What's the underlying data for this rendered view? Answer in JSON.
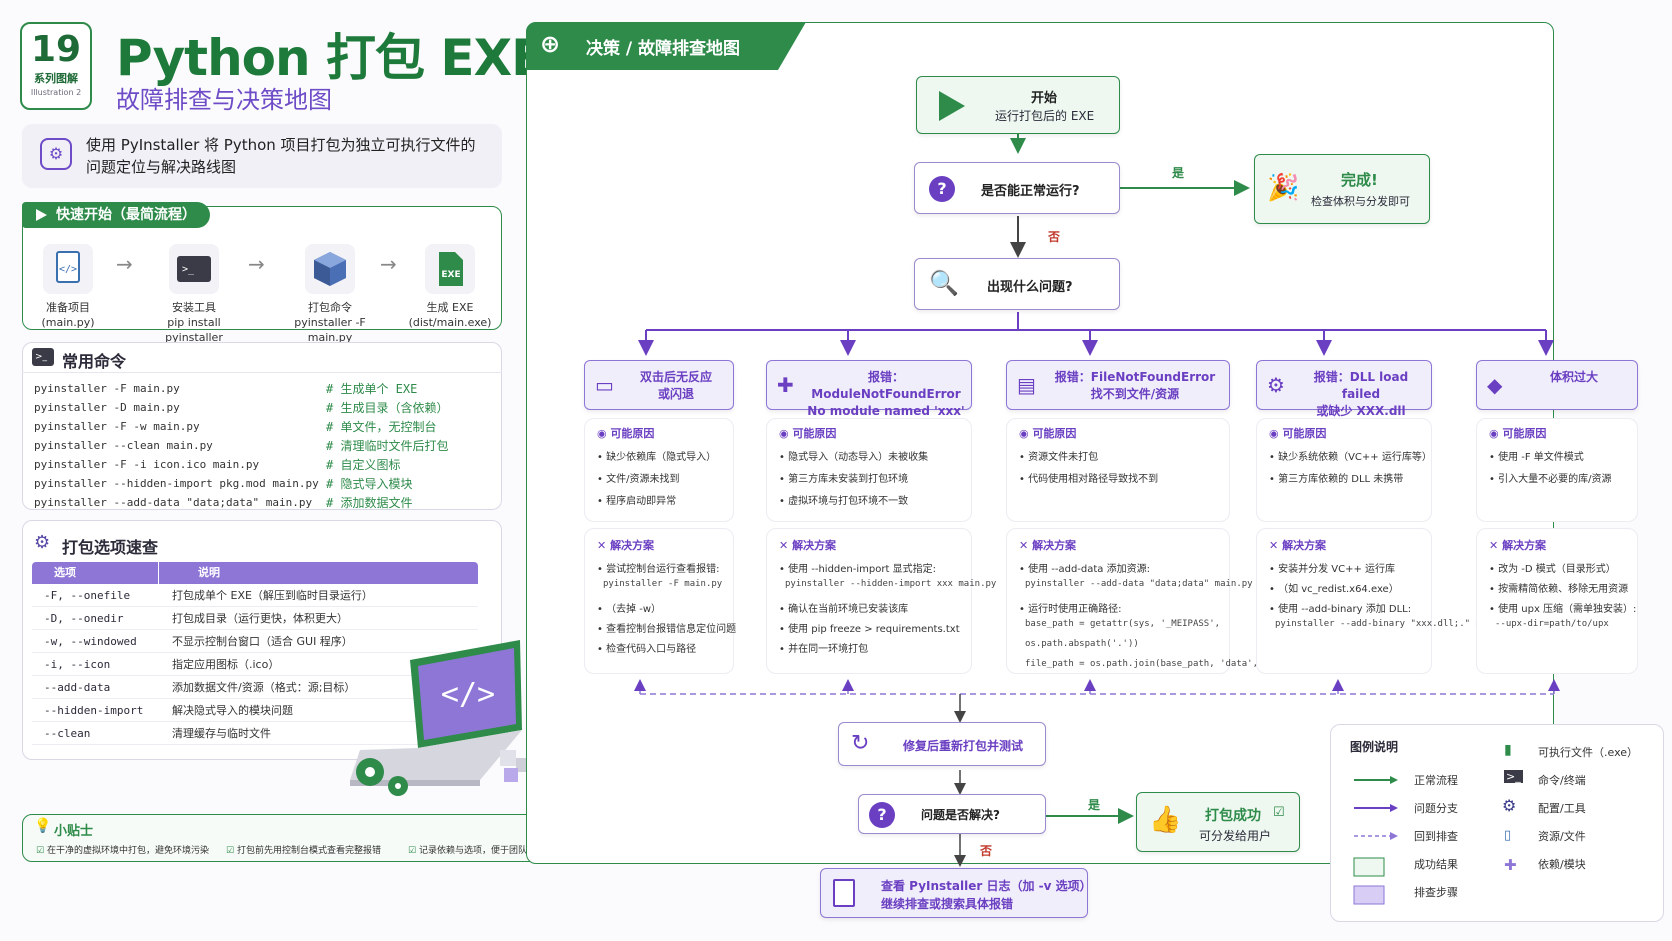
{
  "header": {
    "badge_num": "19",
    "badge_t1": "系列图解",
    "badge_t2": "Illustration 2",
    "title": "Python 打包 EXE",
    "subtitle": "故障排查与决策地图",
    "intro_line1": "使用 PyInstaller 将 Python 项目打包为独立可执行文件的",
    "intro_line2": "问题定位与解决路线图"
  },
  "quickstart": {
    "title": "快速开始（最简流程）",
    "steps": [
      {
        "l1": "准备项目",
        "l2": "(main.py)"
      },
      {
        "l1": "安装工具",
        "l2": "pip install pyinstaller"
      },
      {
        "l1": "打包命令",
        "l2": "pyinstaller -F main.py"
      },
      {
        "l1": "生成 EXE",
        "l2": "(dist/main.exe)"
      }
    ],
    "exe_label": "EXE",
    "arrow": "→"
  },
  "commands": {
    "title": "常用命令",
    "rows": [
      {
        "cmd": "pyinstaller -F main.py",
        "comment": "# 生成单个 EXE"
      },
      {
        "cmd": "pyinstaller -D main.py",
        "comment": "# 生成目录（含依赖）"
      },
      {
        "cmd": "pyinstaller -F -w main.py",
        "comment": "# 单文件，无控制台"
      },
      {
        "cmd": "pyinstaller --clean main.py",
        "comment": "# 清理临时文件后打包"
      },
      {
        "cmd": "pyinstaller -F -i icon.ico main.py",
        "comment": "# 自定义图标"
      },
      {
        "cmd": "pyinstaller --hidden-import pkg.mod main.py",
        "comment": "# 隐式导入模块"
      },
      {
        "cmd": "pyinstaller --add-data \"data;data\" main.py",
        "comment": "# 添加数据文件"
      }
    ]
  },
  "options": {
    "title": "打包选项速查",
    "col1": "选项",
    "col2": "说明",
    "rows": [
      {
        "k": "-F, --onefile",
        "v": "打包成单个 EXE（解压到临时目录运行）"
      },
      {
        "k": "-D, --onedir",
        "v": "打包成目录（运行更快，体积更大）"
      },
      {
        "k": "-w, --windowed",
        "v": "不显示控制台窗口（适合 GUI 程序）"
      },
      {
        "k": "-i, --icon",
        "v": "指定应用图标（.ico）"
      },
      {
        "k": "--add-data",
        "v": "添加数据文件/资源（格式：源;目标）"
      },
      {
        "k": "--hidden-import",
        "v": "解决隐式导入的模块问题"
      },
      {
        "k": "--clean",
        "v": "清理缓存与临时文件"
      }
    ],
    "code_glyph": "</>"
  },
  "tips": {
    "title": "小贴士",
    "items": [
      "在干净的虚拟环境中打包，避免环境污染",
      "打包前先用控制台模式查看完整报错",
      "记录依赖与选项，便于团队复现与维护"
    ]
  },
  "flow": {
    "panel_title": "决策 / 故障排查地图",
    "start_title": "开始",
    "start_sub": "运行打包后的 EXE",
    "q1": "是否能正常运行?",
    "yes": "是",
    "no": "否",
    "done_title": "完成!",
    "done_sub": "检查体积与分发即可",
    "q2": "出现什么问题?",
    "cause_label": "可能原因",
    "fix_label": "解决方案",
    "problems": [
      {
        "h1": "双击后无反应",
        "h2": "或闪退",
        "causes": [
          "缺少依赖库（隐式导入）",
          "文件/资源未找到",
          "程序启动即异常"
        ],
        "fixes": [
          "尝试控制台运行查看报错:",
          "pyinstaller -F main.py",
          "（去掉 -w）",
          "查看控制台报错信息定位问题",
          "检查代码入口与路径"
        ]
      },
      {
        "h1": "报错：ModuleNotFoundError",
        "h2": "No module named 'xxx'",
        "causes": [
          "隐式导入（动态导入）未被收集",
          "第三方库未安装到打包环境",
          "虚拟环境与打包环境不一致"
        ],
        "fixes": [
          "使用 --hidden-import 显式指定:",
          "pyinstaller --hidden-import xxx main.py",
          "确认在当前环境已安装该库",
          "使用 pip freeze > requirements.txt",
          "并在同一环境打包"
        ]
      },
      {
        "h1": "报错：FileNotFoundError",
        "h2": "找不到文件/资源",
        "causes": [
          "资源文件未打包",
          "代码使用相对路径导致找不到"
        ],
        "fixes": [
          "使用 --add-data 添加资源:",
          "pyinstaller --add-data \"data;data\" main.py",
          "运行时使用正确路径:",
          "base_path = getattr(sys, '_MEIPASS',",
          "os.path.abspath('.'))",
          "file_path = os.path.join(base_path, 'data', 'x.txt')"
        ]
      },
      {
        "h1": "报错：DLL load failed",
        "h2": "或缺少 XXX.dll",
        "causes": [
          "缺少系统依赖（VC++ 运行库等）",
          "第三方库依赖的 DLL 未携带"
        ],
        "fixes": [
          "安装并分发 VC++ 运行库",
          "（如 vc_redist.x64.exe）",
          "使用 --add-binary 添加 DLL:",
          "pyinstaller --add-binary \"xxx.dll;.\" main.py"
        ]
      },
      {
        "h1": "体积过大",
        "h2": "",
        "causes": [
          "使用 -F 单文件模式",
          "引入大量不必要的库/资源"
        ],
        "fixes": [
          "改为 -D 模式（目录形式）",
          "按需精简依赖、移除无用资源",
          "使用 upx 压缩（需单独安装）:",
          "--upx-dir=path/to/upx"
        ]
      }
    ],
    "retry": "修复后重新打包并测试",
    "q3": "问题是否解决?",
    "success_title": "打包成功",
    "success_sub": "可分发给用户",
    "log_l1": "查看 PyInstaller 日志（加 -v 选项）",
    "log_l2": "继续排查或搜索具体报错"
  },
  "legend": {
    "title": "图例说明",
    "left": [
      "正常流程",
      "问题分支",
      "回到排查",
      "成功结果",
      "排查步骤"
    ],
    "right": [
      "可执行文件（.exe）",
      "命令/终端",
      "配置/工具",
      "资源/文件",
      "依赖/模块"
    ]
  },
  "colors": {
    "green": "#2e8b4a",
    "purple": "#6a3fc2",
    "purple_light": "#8e76d6"
  }
}
